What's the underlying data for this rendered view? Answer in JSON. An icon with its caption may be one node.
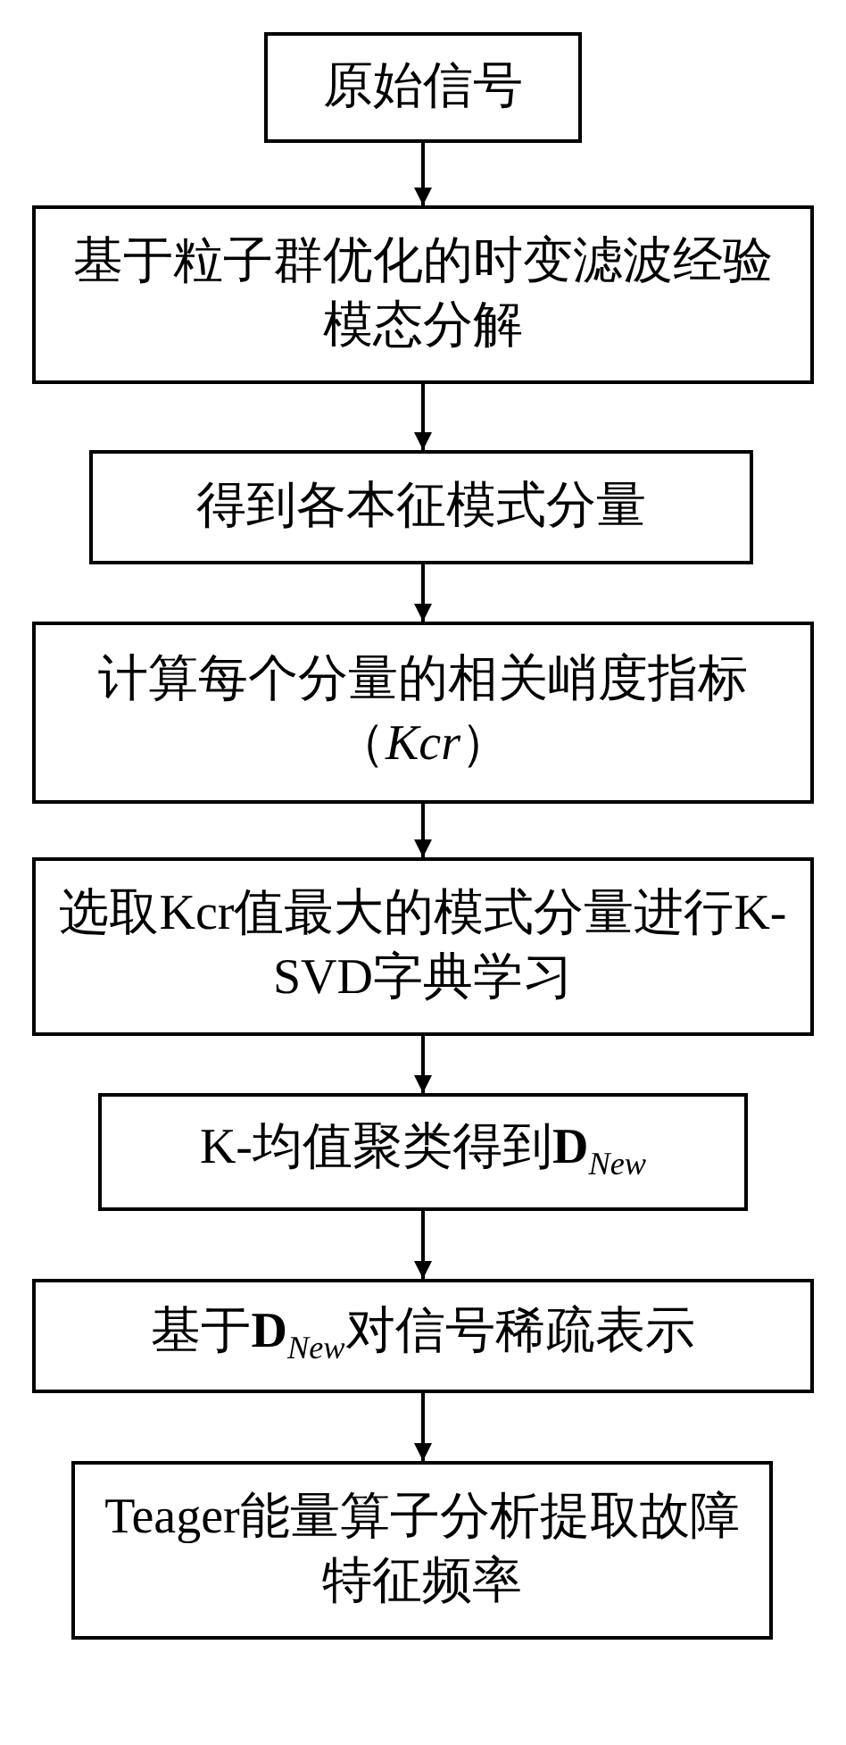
{
  "diagram": {
    "nodes": [
      {
        "text": [
          "原始信号"
        ]
      },
      {
        "text": [
          "基于粒子群优化的时变滤波经验模态分解"
        ]
      },
      {
        "text": [
          "得到各本征模式分量"
        ]
      },
      {
        "text": [
          "计算每个分量的相关峭度指标（*Kcr*）"
        ]
      },
      {
        "text": [
          "选取Kcr值最大的模式分量进行K-SVD字典学习"
        ]
      },
      {
        "text": [
          "K-均值聚类得到**D**$_{New}$"
        ]
      },
      {
        "text": [
          "基于**D**$_{New}$对信号稀疏表示"
        ]
      },
      {
        "text": [
          "Teager能量算子分析提取故障特征频率"
        ]
      }
    ],
    "edges": [
      {
        "from": 0,
        "to": 1,
        "arrow": "to"
      },
      {
        "from": 1,
        "to": 2,
        "arrow": "to"
      },
      {
        "from": 2,
        "to": 3,
        "arrow": "to"
      },
      {
        "from": 3,
        "to": 4,
        "arrow": "to"
      },
      {
        "from": 4,
        "to": 5,
        "arrow": "to"
      },
      {
        "from": 5,
        "to": 6,
        "arrow": "to"
      },
      {
        "from": 6,
        "to": 7,
        "arrow": "to"
      }
    ]
  }
}
